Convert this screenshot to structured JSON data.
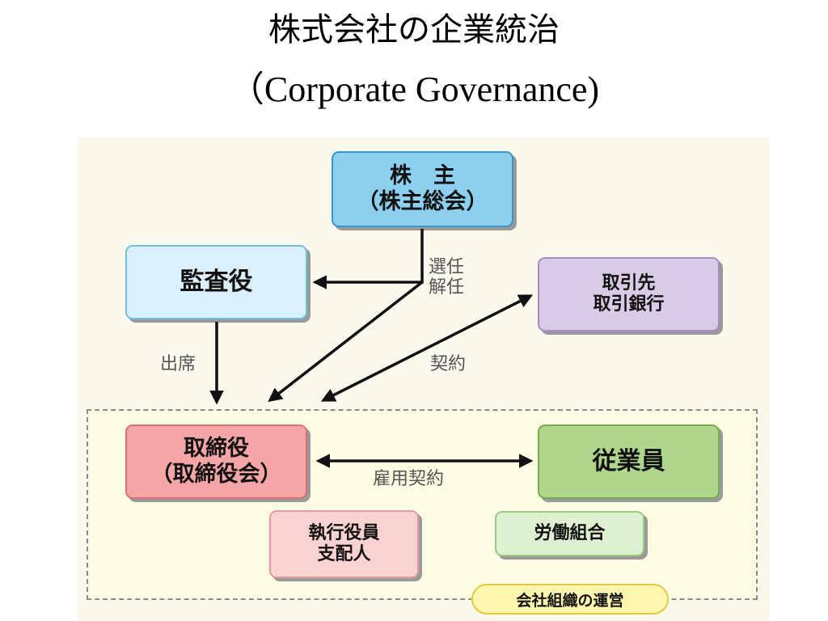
{
  "title": {
    "jp": "株式会社の企業統治",
    "en": "（Corporate Governance)"
  },
  "nodes": {
    "shareholders": {
      "lines": [
        "株　主",
        "（株主総会）"
      ],
      "fill": "#8ccfee",
      "border": "#3a95c8"
    },
    "auditor": {
      "lines": [
        "監査役"
      ],
      "fill": "#dcf0fb",
      "border": "#6ebfe0"
    },
    "partners": {
      "lines": [
        "取引先",
        "取引銀行"
      ],
      "fill": "#d9cbe5",
      "border": "#a58cc5"
    },
    "directors": {
      "lines": [
        "取締役",
        "（取締役会）"
      ],
      "fill": "#f5a5a5",
      "border": "#d97070"
    },
    "employees": {
      "lines": [
        "従業員"
      ],
      "fill": "#afd68c",
      "border": "#76ad4f"
    },
    "officers": {
      "lines": [
        "執行役員",
        "支配人"
      ],
      "fill": "#fbd2d2",
      "border": "#e59b9b"
    },
    "union": {
      "lines": [
        "労働組合"
      ],
      "fill": "#dff0d2",
      "border": "#9dca7e"
    }
  },
  "labels": {
    "elect_dismiss": [
      "選任",
      "解任"
    ],
    "attend": "出席",
    "contract": "契約",
    "employment_contract": "雇用契約"
  },
  "footer": "会社組織の運営",
  "colors": {
    "arrow": "#111111",
    "label": "#555555",
    "panel": "#fbf8ee",
    "org_zone": "#fdfbe2"
  }
}
